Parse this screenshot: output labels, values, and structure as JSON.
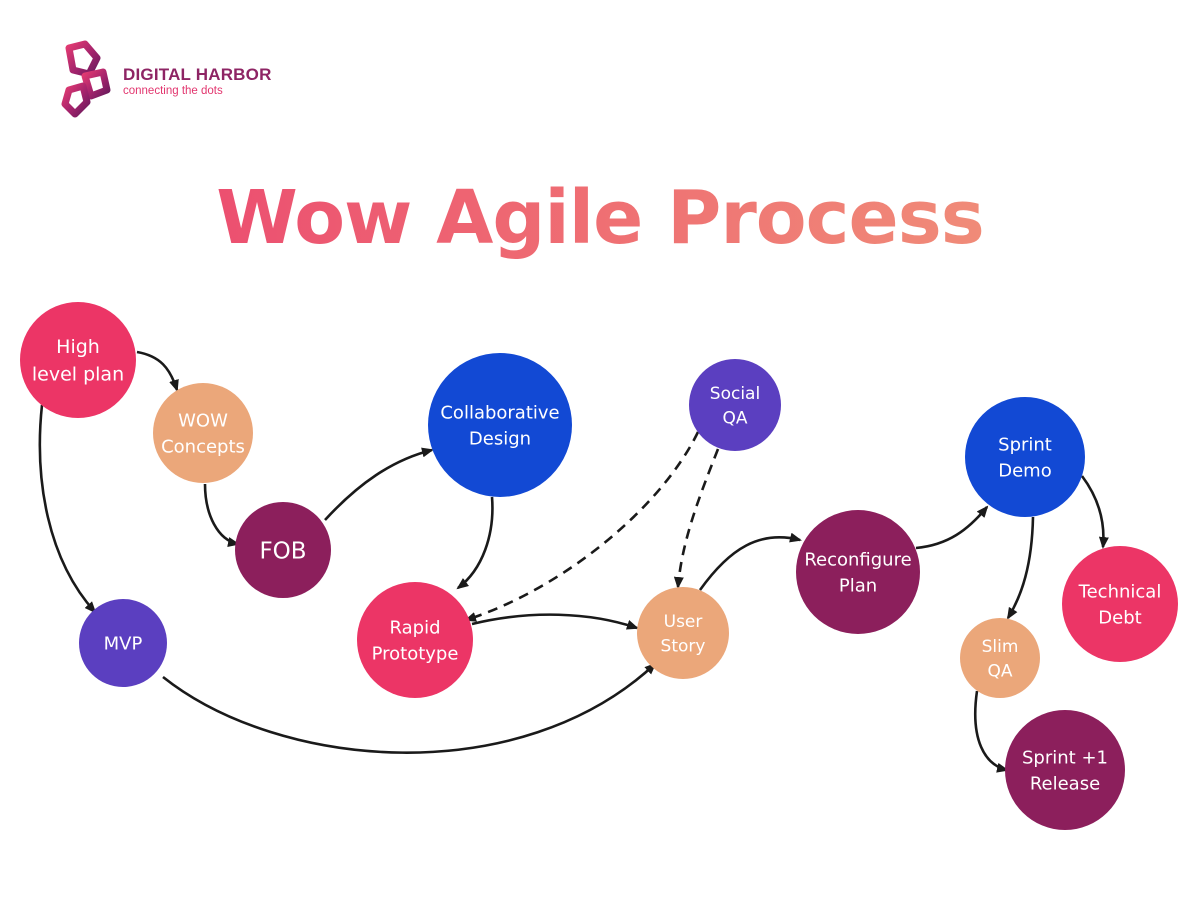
{
  "brand": {
    "name": "DIGITAL HARBOR",
    "tagline": "connecting the dots"
  },
  "title": "Wow Agile Process",
  "colors": {
    "pink": "#ec3566",
    "peach": "#eba77a",
    "plum": "#8c1f5c",
    "blue": "#1249d4",
    "violet": "#5b3fc0",
    "arrow": "#1a1a1a"
  },
  "nodes": [
    {
      "id": "high-level-plan",
      "lines": [
        "High",
        "level plan"
      ],
      "color": "pink"
    },
    {
      "id": "wow-concepts",
      "lines": [
        "WOW",
        "Concepts"
      ],
      "color": "peach"
    },
    {
      "id": "fob",
      "lines": [
        "FOB"
      ],
      "color": "plum"
    },
    {
      "id": "collaborative-design",
      "lines": [
        "Collaborative",
        "Design"
      ],
      "color": "blue"
    },
    {
      "id": "social-qa",
      "lines": [
        "Social",
        "QA"
      ],
      "color": "violet"
    },
    {
      "id": "mvp",
      "lines": [
        "MVP"
      ],
      "color": "violet"
    },
    {
      "id": "rapid-prototype",
      "lines": [
        "Rapid",
        "Prototype"
      ],
      "color": "pink"
    },
    {
      "id": "user-story",
      "lines": [
        "User",
        "Story"
      ],
      "color": "peach"
    },
    {
      "id": "reconfigure-plan",
      "lines": [
        "Reconfigure",
        "Plan"
      ],
      "color": "plum"
    },
    {
      "id": "sprint-demo",
      "lines": [
        "Sprint",
        "Demo"
      ],
      "color": "blue"
    },
    {
      "id": "technical-debt",
      "lines": [
        "Technical",
        "Debt"
      ],
      "color": "pink"
    },
    {
      "id": "slim-qa",
      "lines": [
        "Slim",
        "QA"
      ],
      "color": "peach"
    },
    {
      "id": "sprint-plus-1-release",
      "lines": [
        "Sprint +1",
        "Release"
      ],
      "color": "plum"
    }
  ],
  "edges": [
    {
      "from": "high-level-plan",
      "to": "wow-concepts",
      "style": "solid"
    },
    {
      "from": "high-level-plan",
      "to": "mvp",
      "style": "solid"
    },
    {
      "from": "wow-concepts",
      "to": "fob",
      "style": "solid"
    },
    {
      "from": "fob",
      "to": "collaborative-design",
      "style": "solid"
    },
    {
      "from": "collaborative-design",
      "to": "rapid-prototype",
      "style": "solid"
    },
    {
      "from": "social-qa",
      "to": "rapid-prototype",
      "style": "dashed"
    },
    {
      "from": "social-qa",
      "to": "user-story",
      "style": "dashed"
    },
    {
      "from": "rapid-prototype",
      "to": "user-story",
      "style": "solid"
    },
    {
      "from": "mvp",
      "to": "user-story",
      "style": "solid"
    },
    {
      "from": "user-story",
      "to": "reconfigure-plan",
      "style": "solid"
    },
    {
      "from": "reconfigure-plan",
      "to": "sprint-demo",
      "style": "solid"
    },
    {
      "from": "sprint-demo",
      "to": "technical-debt",
      "style": "solid"
    },
    {
      "from": "sprint-demo",
      "to": "slim-qa",
      "style": "solid"
    },
    {
      "from": "slim-qa",
      "to": "sprint-plus-1-release",
      "style": "solid"
    }
  ]
}
